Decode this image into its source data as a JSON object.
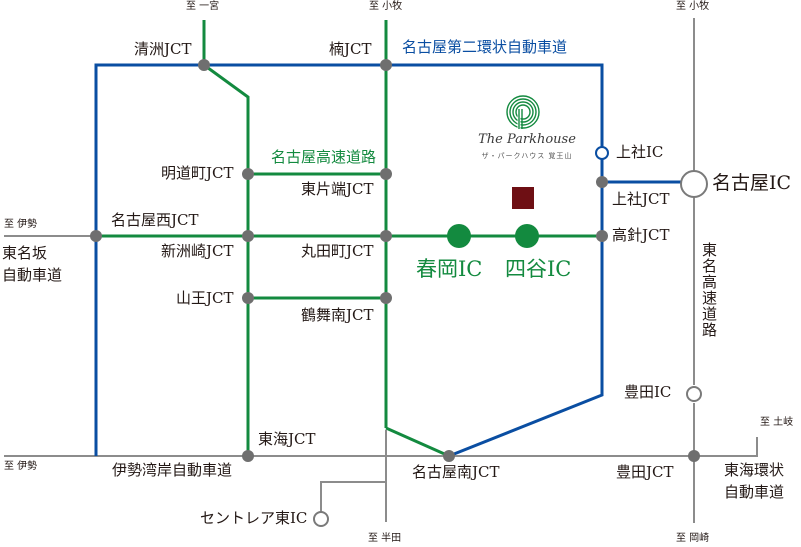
{
  "colors": {
    "ring_blue": "#0a4ea2",
    "expressway_green": "#138a3f",
    "road_gray": "#8c8c8c",
    "junction_gray": "#6f6f6f",
    "site_marker": "#6e0f14",
    "text": "#231815"
  },
  "directions": {
    "to_ichinomiya": "至 一宮",
    "to_komaki_center": "至 小牧",
    "to_komaki_right": "至 小牧",
    "to_ise_upper": "至 伊勢",
    "to_ise_lower": "至 伊勢",
    "to_toki": "至 土岐",
    "to_handa": "至 半田",
    "to_okazaki": "至 岡崎"
  },
  "routes": {
    "nagoya_second_ring": "名古屋第二環状自動車道",
    "nagoya_expressway": "名古屋高速道路",
    "higashi_meihan_line1": "東名坂",
    "higashi_meihan_line2": "自動車道",
    "isewangan": "伊勢湾岸自動車道",
    "tomei": "東名高速道路",
    "tokai_kanjo_line1": "東海環状",
    "tokai_kanjo_line2": "自動車道"
  },
  "junctions": {
    "kiyosu": "清洲JCT",
    "kusunoki": "楠JCT",
    "meidocho": "明道町JCT",
    "higashikataha": "東片端JCT",
    "nagoya_nishi": "名古屋西JCT",
    "shinsuzaki": "新洲崎JCT",
    "marutamachi": "丸田町JCT",
    "sanno": "山王JCT",
    "tsurumaiminami": "鶴舞南JCT",
    "kamiyashiro": "上社JCT",
    "takabari": "高針JCT",
    "tokai": "東海JCT",
    "nagoya_minami": "名古屋南JCT",
    "toyota": "豊田JCT"
  },
  "interchanges": {
    "kamiyashiro_ic": "上社IC",
    "nagoya_ic": "名古屋IC",
    "toyota_ic": "豊田IC",
    "centrair_higashi_ic": "セントレア東IC",
    "haruoka_ic": "春岡IC",
    "yotsuya_ic": "四谷IC"
  },
  "property": {
    "name": "The Parkhouse",
    "subtitle": "ザ・パークハウス 覚王山",
    "logo_icon": "parkhouse-spiral-logo"
  }
}
